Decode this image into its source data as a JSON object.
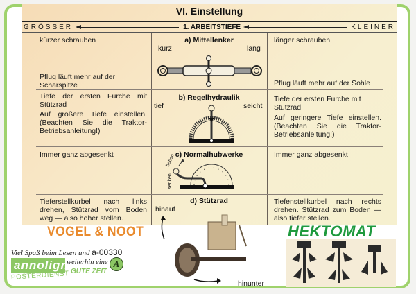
{
  "page": {
    "title": "VI. Einstellung",
    "header": {
      "left": "GRÖSSER",
      "center": "1. ARBEITSTIEFE",
      "right": "KLEINER"
    },
    "sections": [
      {
        "title": "a) Mittellenker",
        "left_label": "kurz",
        "right_label": "lang",
        "icon": "top-link-turnbuckle",
        "left_text_top": "kürzer schrauben",
        "left_text_bottom": "Pflug läuft mehr auf der Scharspitze",
        "right_text_top": "länger schrauben",
        "right_text_bottom": "Pflug läuft mehr auf der Sohle"
      },
      {
        "title": "b) Regelhydraulik",
        "left_label": "tief",
        "right_label": "seicht",
        "icon": "hydraulic-control-quadrant",
        "left_text_1": "Tiefe der ersten Furche mit Stützrad",
        "left_text_2": "Auf größere Tiefe einstellen. (Beachten Sie die Traktor-Betriebsanleitung!)",
        "right_text_1": "Tiefe der ersten Furche mit Stützrad",
        "right_text_2": "Auf geringere Tiefe einstellen. (Beachten Sie die Traktor-Betriebsanleitung!)"
      },
      {
        "title": "c) Normalhubwerke",
        "label_up": "heben",
        "label_down": "senken",
        "icon": "lift-lever-quadrant",
        "left_text": "Immer ganz abgesenkt",
        "right_text": "Immer ganz abgesenkt"
      },
      {
        "title": "d) Stützrad",
        "left_label": "hinauf",
        "right_label": "hinunter",
        "icon": "support-wheel-photo",
        "left_text": "Tieferstellkurbel nach links drehen, Stützrad vom Boden weg — also höher stellen.",
        "right_text": "Tiefenstellkurbel nach rechts drehen. Stützrad zum Boden — also tiefer stellen."
      }
    ]
  },
  "branding": {
    "vogel_noot": "VOGEL & NOOT",
    "tagline_prefix": "Viel Spaß beim Lesen und",
    "code": "a-00330",
    "annoligno": "annoligno",
    "posterdienst": "POSTERDIENST",
    "weiterhin": "weiterhin eine",
    "gute_zeit": "GUTE ZEIT",
    "a_logo": "A",
    "hektomat": "HEKTOMAT"
  },
  "colors": {
    "frame_green": "#9fd26c",
    "brand_orange": "#e98a2c",
    "hektomat_green": "#1f9a3e",
    "annoligno_green": "#8cc764"
  }
}
